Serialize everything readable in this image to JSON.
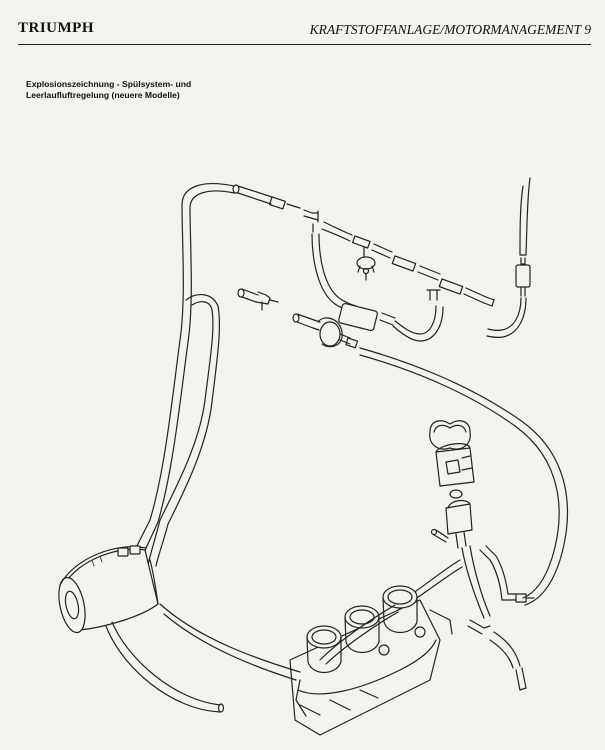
{
  "header": {
    "brand": "TRIUMPH",
    "section_title": "KRAFTSTOFFANLAGE/MOTORMANAGEMENT 9"
  },
  "caption": {
    "line1": "Explosionszeichnung - Spülsystem- und",
    "line2": "Leerlaufluftregelung (neuere Modelle)"
  },
  "drawing": {
    "subject": "exploded-view-purge-and-idle-air-system",
    "line_color": "#222222",
    "paper_color": "#f4f2ee"
  }
}
